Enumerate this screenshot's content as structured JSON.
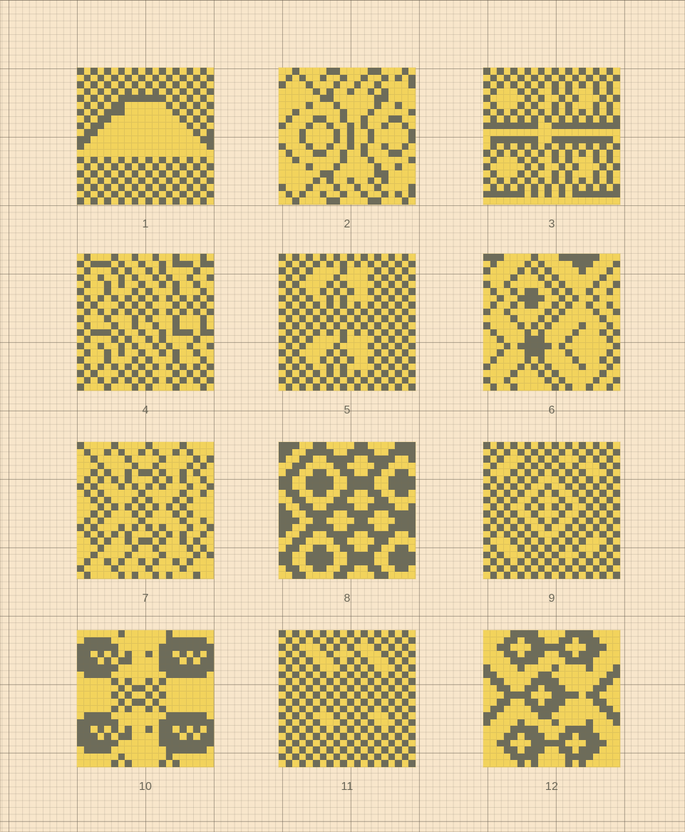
{
  "sheet": {
    "colors": {
      "paper": "#f8e6cb",
      "grid": "#a8a08f",
      "pattern_fill": "#f2d35c",
      "pattern_ink": "#6d6c5a",
      "caption": "#696657"
    }
  },
  "patterns": [
    {
      "label": "1",
      "rows": [
        "10101010101010101010",
        "01010101010101010101",
        "10101010101010101010",
        "01010101010101010101",
        "10101011111110101010",
        "01010110000001010101",
        "10101110000000101010",
        "01011000000000010101",
        "10110000000000001010",
        "01100000000000000101",
        "11000000000000000011",
        "10000000000000000001",
        "00000000000000000000",
        "10101010101010101010",
        "01010101010101010101",
        "10101010101010101010",
        "01010101010101010101",
        "10101010101010101010",
        "01010101010101010101",
        "10101010101010101010"
      ]
    },
    {
      "label": "2",
      "rows": [
        "00100001100001100010",
        "01010010010010010101",
        "10001000100100100001",
        "00000101001001010000",
        "00000011000000110000",
        "00001000100000100100",
        "00100000010001000001",
        "01000110010010001100",
        "10001001001010010010",
        "00010000101001000001",
        "00010000101001000001",
        "10001001001010010010",
        "01000110010010001100",
        "00100000010001000001",
        "00001000100000100100",
        "00000011000000110000",
        "00000101001001010000",
        "10001000100100100001",
        "01010010010010010101",
        "00100001100001100010"
      ]
    },
    {
      "label": "3",
      "rows": [
        "10101010101010101010",
        "01010101010101010101",
        "10101010101010101010",
        "01000101001010001010",
        "10000010100101000101",
        "01000101001010001010",
        "10101010101010101010",
        "01010101010101010101",
        "11111111001111111111",
        "00000000000000000000",
        "01111111001111111110",
        "01010101010101010101",
        "10101010101010101010",
        "01000101001010001010",
        "10000010100101000101",
        "01000101001010001010",
        "10101010101010101010",
        "01010101010101010101",
        "11111101010101111111",
        "00000000000000000000"
      ]
    },
    {
      "label": "4",
      "rows": [
        "01000100100100100010",
        "10111010010010111011",
        "01000101001010000100",
        "10010010100101001001",
        "01001010010010100100",
        "10001000101000100010",
        "01010101010101010101",
        "10100010101000101010",
        "01010101010101010101",
        "10001000101000100010",
        "01000100100100100010",
        "10111010010010111011",
        "01000101001010000100",
        "10010010100101001001",
        "01001010010010100100",
        "10001000101000100010",
        "01010101010101010101",
        "10100010101000101010",
        "01010101010101010101",
        "10001000101000100010"
      ]
    },
    {
      "label": "5",
      "rows": [
        "10101010101010101010",
        "01010101010101010101",
        "10101000010000101010",
        "01010000100001010101",
        "10100001010000101010",
        "01010010101001010101",
        "10101001010000101010",
        "01010101010101010101",
        "10101010101010101010",
        "01010101010101010101",
        "10101010101010101010",
        "01010101010101010101",
        "10101000010000101010",
        "01010000100001010101",
        "10100001010000101010",
        "01010010101001010101",
        "10101001010000101010",
        "01010101010101010101",
        "10101010101010101010",
        "01010101010101010101"
      ]
    },
    {
      "label": "6",
      "rows": [
        "11100001000111111000",
        "01000010100001110001",
        "10000101010000100010",
        "00001000101000000100",
        "10010000010100001001",
        "01001011001010010010",
        "00100111100101001000",
        "01001011001010010010",
        "10010000010100001001",
        "00001000101000000100",
        "10000101010000100010",
        "01000010100001000101",
        "00100011100010000010",
        "00010111110100000001",
        "00100011100010000010",
        "01000010100001000101",
        "10000101010000100010",
        "00001000101000000100",
        "10010000010100001001",
        "01001000001010010010"
      ]
    },
    {
      "label": "7",
      "rows": [
        "10000100001000010000",
        "01001010010100101000",
        "00100001000010000101",
        "00010000100100001010",
        "00101001011010010100",
        "01010101000101010010",
        "10100010101010001001",
        "01010000010000010010",
        "00101000101000101000",
        "00010101010101010000",
        "00101000101000101000",
        "01010000010000010010",
        "10100010101010001001",
        "01010101000101010010",
        "00101001011010010100",
        "00010000100100001010",
        "00100001000010000101",
        "01001010010100101000",
        "10000100001000010000",
        "01000010100101000100"
      ]
    },
    {
      "label": "8",
      "rows": [
        "11100110000110000111",
        "11001111001111001111",
        "10011001111001111001",
        "00110000110000110000",
        "01100110011001100110",
        "11001111001111001111",
        "11001111001111001111",
        "01100110011001100110",
        "00110000110000110000",
        "10011001111001111001",
        "11001111001111001111",
        "11100110000110000111",
        "11001111001111001111",
        "10011001111001111001",
        "00110000110000110000",
        "01100110011001100110",
        "11001111001111001111",
        "11001111001111001111",
        "01100110011001100110",
        "00110000110000110000"
      ]
    },
    {
      "label": "9",
      "rows": [
        "10101010101010101010",
        "01010101010101010101",
        "10100010101000101010",
        "01000101010101000101",
        "10001010101010100010",
        "01010101000101010101",
        "10101010010010101010",
        "01010100101001010101",
        "10101001000100101010",
        "01010010101010010101",
        "10101001000100101010",
        "01010100101001010101",
        "10101010010010101010",
        "01010101000101010101",
        "10001010101010100010",
        "01000101010101000101",
        "10100010101000101010",
        "01010101010101010101",
        "10101010101010101010",
        "01010101010101010101"
      ]
    },
    {
      "label": "10",
      "rows": [
        "00000010000001000000",
        "01111000000001111110",
        "11111100000011111111",
        "11010101001011010101",
        "11101011000011101011",
        "11111100000011111111",
        "01111000000001111110",
        "00000101001010000000",
        "00000010110100000000",
        "00000101001010000000",
        "00000010110100000000",
        "00000101001010000000",
        "01111000000001111110",
        "11111100000011111111",
        "11010101001011010101",
        "11101011000011101011",
        "11111100000011111111",
        "01111000000001111110",
        "00000010000001000000",
        "00000101000010100000"
      ]
    },
    {
      "label": "11",
      "rows": [
        "10101010101010101010",
        "01010101010101010101",
        "10100010101000101010",
        "01010001000100010101",
        "10101000101010001010",
        "01010100010101000101",
        "10101010101010101010",
        "01010101010101010101",
        "10101010101010101010",
        "01010101010101010101",
        "10101010101010101010",
        "01010101010101010101",
        "10101000101010001010",
        "01010100010101000101",
        "10101010101010101010",
        "01010101010101010101",
        "10101010101010101010",
        "01010101010101010101",
        "10101010101010101010",
        "01010101010101010101"
      ]
    },
    {
      "label": "12",
      "rows": [
        "00001111000011110000",
        "00011011100110111000",
        "00110001111100011100",
        "00011011100110111000",
        "00001111000011110000",
        "10000100001000010001",
        "11000000110000000011",
        "01100001111000000110",
        "00110011011100001100",
        "00011110001111011000",
        "00110011011100001100",
        "01100001111000000110",
        "11000000110000000011",
        "10000100001000010001",
        "00001111000011110000",
        "00011011100110111000",
        "00110001111100011100",
        "00011011100110111000",
        "00001111000011110000",
        "00000101000010100000"
      ]
    }
  ]
}
